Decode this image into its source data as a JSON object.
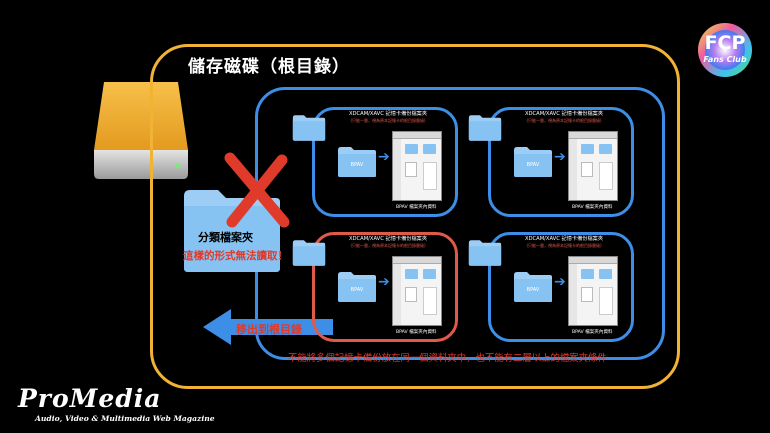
{
  "root": {
    "title": "儲存磁碟（根目錄）"
  },
  "left_folder": {
    "label": "分類檔案夾",
    "caption": "這樣的形式無法讀取！"
  },
  "move_arrow": {
    "label": "移出到根目錄"
  },
  "bottom_note": "不能將多個記憶卡備份放在同一個資料夾中，也不能有二層以上的檔案夾條件",
  "cards": [
    {
      "title": "XDCAM/XAVC 記憶卡備份檔案夾",
      "sub": "(只能一層，視為原本記憶卡的根目錄層級)",
      "bpav": "BPAV",
      "content": "BPAV 檔案夾內資料",
      "status": "ok"
    },
    {
      "title": "XDCAM/XAVC 記憶卡備份檔案夾",
      "sub": "(只能一層，視為原本記憶卡的根目錄層級)",
      "bpav": "BPAV",
      "content": "BPAV 檔案夾內資料",
      "status": "ok"
    },
    {
      "title": "XDCAM/XAVC 記憶卡備份檔案夾",
      "sub": "(只能一層，視為原本記憶卡的根目錄層級)",
      "bpav": "BPAV",
      "content": "BPAV 檔案夾內資料",
      "status": "bad"
    },
    {
      "title": "XDCAM/XAVC 記憶卡備份檔案夾",
      "sub": "(只能一層，視為原本記憶卡的根目錄層級)",
      "bpav": "BPAV",
      "content": "BPAV 檔案夾內資料",
      "status": "ok"
    }
  ],
  "logo_fcp": {
    "text": "FCP",
    "sub": "Fans Club"
  },
  "logo_promedia": {
    "text": "ProMedia",
    "sub": "Audio, Video & Multimedia Web Magazine"
  },
  "colors": {
    "frame_orange": "#f2b233",
    "frame_blue": "#3d8ee6",
    "warning_red": "#e03a2a",
    "folder_blue": "#7cbcf0"
  }
}
